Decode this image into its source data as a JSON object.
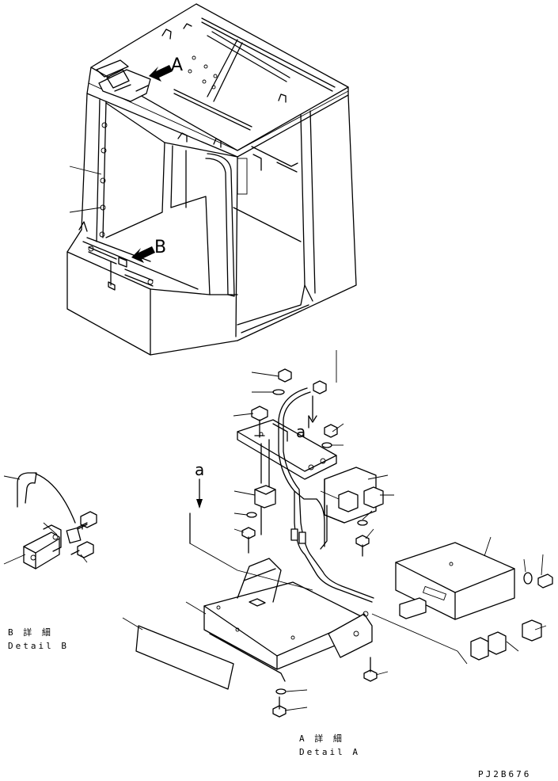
{
  "labels": {
    "view_a": "A",
    "view_b": "B",
    "ref_a_upper": "a",
    "ref_a_lower": "a",
    "detail_b_jp": "B 詳 細",
    "detail_b_en": "Detail B",
    "detail_a_jp": "A 詳 細",
    "detail_a_en": "Detail A",
    "drawing_code": "PJ2B676"
  },
  "icons": [
    "arrow-a-icon",
    "arrow-b-icon"
  ]
}
